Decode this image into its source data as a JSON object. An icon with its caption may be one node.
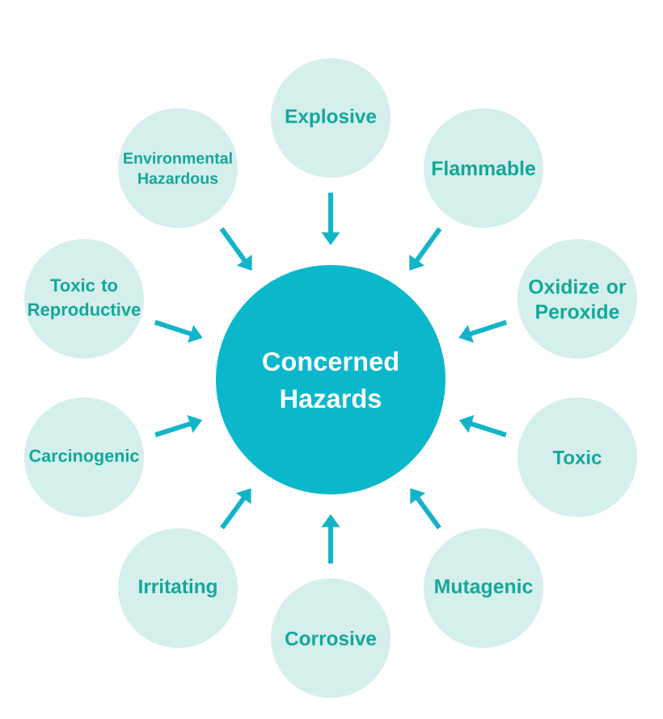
{
  "diagram": {
    "nodes": [
      {
        "text": [
          "Concerned Hazards"
        ]
      },
      {
        "text": [
          "Explosive"
        ]
      },
      {
        "text": [
          "Flammable"
        ]
      },
      {
        "text": [
          "Oxidize or Peroxide"
        ]
      },
      {
        "text": [
          "Toxic"
        ]
      },
      {
        "text": [
          "Mutagenic"
        ]
      },
      {
        "text": [
          "Corrosive"
        ]
      },
      {
        "text": [
          "Irritating"
        ]
      },
      {
        "text": [
          "Carcinogenic"
        ]
      },
      {
        "text": [
          "Toxic to Reproductive"
        ]
      },
      {
        "text": [
          "Environmental Hazardous"
        ]
      }
    ],
    "edges": [
      {
        "from": 1,
        "to": 0,
        "arrow": "to"
      },
      {
        "from": 2,
        "to": 0,
        "arrow": "to"
      },
      {
        "from": 3,
        "to": 0,
        "arrow": "to"
      },
      {
        "from": 4,
        "to": 0,
        "arrow": "to"
      },
      {
        "from": 5,
        "to": 0,
        "arrow": "to"
      },
      {
        "from": 6,
        "to": 0,
        "arrow": "to"
      },
      {
        "from": 7,
        "to": 0,
        "arrow": "to"
      },
      {
        "from": 8,
        "to": 0,
        "arrow": "to"
      },
      {
        "from": 9,
        "to": 0,
        "arrow": "to"
      },
      {
        "from": 10,
        "to": 0,
        "arrow": "to"
      }
    ]
  }
}
